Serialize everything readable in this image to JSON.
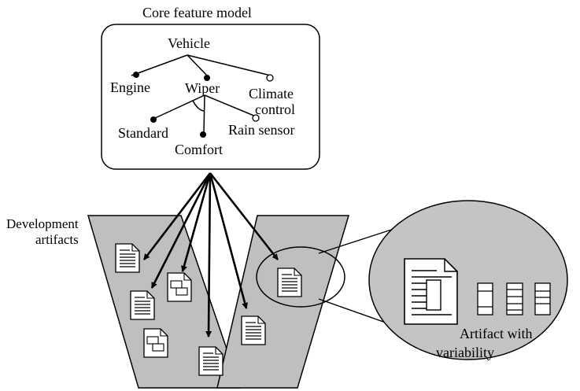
{
  "feature_model": {
    "title": "Core feature model",
    "root": "Vehicle",
    "features": {
      "engine": "Engine",
      "wiper": "Wiper",
      "climate": [
        "Climate",
        "control"
      ],
      "standard": "Standard",
      "comfort": "Comfort",
      "rain_sensor": "Rain sensor"
    }
  },
  "dev_artifacts_label": [
    "Development",
    "artifacts"
  ],
  "zoom_label": [
    "Artifact with",
    "variability"
  ],
  "colors": {
    "panel_fill": "#bfbfbf",
    "ellipse_fill": "#c4c4c4",
    "stroke": "#000000",
    "doc_fill": "#ffffff"
  }
}
